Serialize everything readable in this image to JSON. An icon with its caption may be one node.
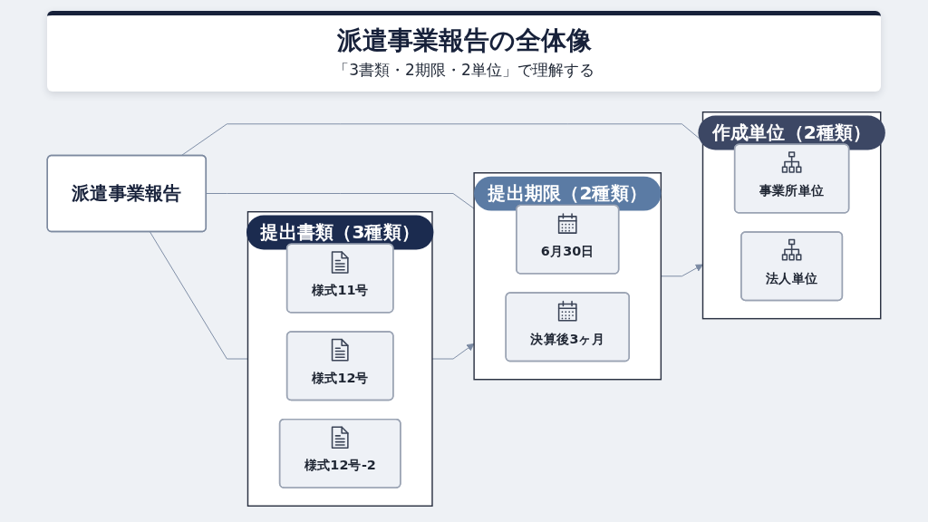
{
  "diagram": {
    "title": "派遣事業報告の全体像",
    "nodes": [
      {
        "text": [
          "派遣事業報告"
        ]
      },
      {
        "text": [
          "提出書類（3種類）"
        ]
      },
      {
        "text": [
          "様式11号"
        ],
        "in": 1
      },
      {
        "text": [
          "様式12号"
        ],
        "in": 1
      },
      {
        "text": [
          "様式12号-2"
        ],
        "in": 1
      },
      {
        "text": [
          "提出期限（2種類）"
        ]
      },
      {
        "text": [
          "6月30日"
        ],
        "in": 5
      },
      {
        "text": [
          "決算後3ヶ月"
        ],
        "in": 5
      },
      {
        "text": [
          "作成単位（2種類）"
        ]
      },
      {
        "text": [
          "事業所単位"
        ],
        "in": 8
      },
      {
        "text": [
          "法人単位"
        ],
        "in": 8
      }
    ],
    "edges": [
      {
        "from": 0,
        "to": 1,
        "arrow": "none"
      },
      {
        "from": 0,
        "to": 5,
        "arrow": "none"
      },
      {
        "from": 0,
        "to": 8,
        "arrow": "none"
      },
      {
        "from": 1,
        "to": 5,
        "arrow": "to"
      },
      {
        "from": 5,
        "to": 8,
        "arrow": "to"
      }
    ],
    "labels": [
      "「3書類・2期限・2単位」で理解する"
    ]
  }
}
